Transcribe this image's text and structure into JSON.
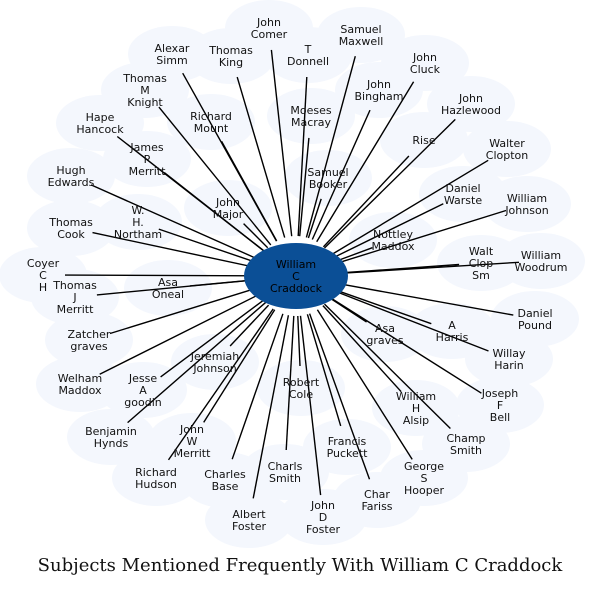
{
  "caption": "Subjects Mentioned Frequently With William C Craddock",
  "colors": {
    "hub": "#0b4f96",
    "node": "#f4f7fd",
    "edge": "#000000"
  },
  "hub": {
    "id": "william-c-craddock",
    "lines": [
      "William",
      "C",
      "Craddock"
    ]
  },
  "nodes": [
    {
      "id": "john-comer",
      "lines": [
        "John",
        "Comer"
      ]
    },
    {
      "id": "samuel-maxwell",
      "lines": [
        "Samuel",
        "Maxwell"
      ]
    },
    {
      "id": "alexander-simm",
      "lines": [
        "Alexar",
        "Simm"
      ]
    },
    {
      "id": "thomas-king",
      "lines": [
        "Thomas",
        "King"
      ]
    },
    {
      "id": "t-donnell",
      "lines": [
        "T",
        "Donnell"
      ]
    },
    {
      "id": "john-cluck",
      "lines": [
        "John",
        "Cluck"
      ]
    },
    {
      "id": "thomas-m-knight",
      "lines": [
        "Thomas",
        "M",
        "Knight"
      ]
    },
    {
      "id": "john-bingham",
      "lines": [
        "John",
        "Bingham"
      ]
    },
    {
      "id": "john-hazlewood",
      "lines": [
        "John",
        "Hazlewood"
      ]
    },
    {
      "id": "hape-hancock",
      "lines": [
        "Hape",
        "Hancock"
      ]
    },
    {
      "id": "richard-mount",
      "lines": [
        "Richard",
        "Mount"
      ]
    },
    {
      "id": "moeses-macray",
      "lines": [
        "Moeses",
        "Macray"
      ]
    },
    {
      "id": "rise",
      "lines": [
        "Rise"
      ]
    },
    {
      "id": "walter-clopton",
      "lines": [
        "Walter",
        "Clopton"
      ]
    },
    {
      "id": "james-p-merritt",
      "lines": [
        "James",
        "P",
        "Merritt"
      ]
    },
    {
      "id": "hugh-edwards",
      "lines": [
        "Hugh",
        "Edwards"
      ]
    },
    {
      "id": "samuel-booker",
      "lines": [
        "Samuel",
        "Booker"
      ]
    },
    {
      "id": "daniel-warsted",
      "lines": [
        "Daniel",
        "Warste"
      ]
    },
    {
      "id": "william-johnson",
      "lines": [
        "William",
        "Johnson"
      ]
    },
    {
      "id": "john-major",
      "lines": [
        "John",
        "Major"
      ]
    },
    {
      "id": "w-h-northam",
      "lines": [
        "W.",
        "H.",
        "Northam"
      ]
    },
    {
      "id": "thomas-cook",
      "lines": [
        "Thomas",
        "Cook"
      ]
    },
    {
      "id": "nottley-maddox",
      "lines": [
        "Nottley",
        "Maddox"
      ]
    },
    {
      "id": "walter-clopton-smith",
      "lines": [
        "Walt",
        "Clop",
        "Sm"
      ]
    },
    {
      "id": "william-woodrum",
      "lines": [
        "William",
        "Woodrum"
      ]
    },
    {
      "id": "coyer",
      "lines": [
        "Coyer",
        "C",
        "H"
      ]
    },
    {
      "id": "asa-oneal",
      "lines": [
        "Asa",
        "Oneal"
      ]
    },
    {
      "id": "thomas-j-merritt",
      "lines": [
        "Thomas",
        "J",
        "Merritt"
      ]
    },
    {
      "id": "daniel-pound",
      "lines": [
        "Daniel",
        "Pound"
      ]
    },
    {
      "id": "a-harris",
      "lines": [
        "A",
        "Harris"
      ]
    },
    {
      "id": "asa-graves",
      "lines": [
        "Asa",
        "graves"
      ]
    },
    {
      "id": "zatcher-graves",
      "lines": [
        "Zatcher",
        "graves"
      ]
    },
    {
      "id": "willay-harin",
      "lines": [
        "Willay",
        "Harin"
      ]
    },
    {
      "id": "jeremiah-johnson",
      "lines": [
        "Jeremiah",
        "Johnson"
      ]
    },
    {
      "id": "welham-maddox",
      "lines": [
        "Welham",
        "Maddox"
      ]
    },
    {
      "id": "jesse-a-goodin",
      "lines": [
        "Jesse",
        "A",
        "goodin"
      ]
    },
    {
      "id": "robert-cole",
      "lines": [
        "Robert",
        "Cole"
      ]
    },
    {
      "id": "joseph-f-bell",
      "lines": [
        "Joseph",
        "F",
        "Bell"
      ]
    },
    {
      "id": "william-h-alsip",
      "lines": [
        "William",
        "H",
        "Alsip"
      ]
    },
    {
      "id": "benjamin-hynds",
      "lines": [
        "Benjamin",
        "Hynds"
      ]
    },
    {
      "id": "john-w-merritt",
      "lines": [
        "John",
        "W",
        "Merritt"
      ]
    },
    {
      "id": "champ-smith",
      "lines": [
        "Champ",
        "Smith"
      ]
    },
    {
      "id": "francis-puckett",
      "lines": [
        "Francis",
        "Puckett"
      ]
    },
    {
      "id": "richard-hudson",
      "lines": [
        "Richard",
        "Hudson"
      ]
    },
    {
      "id": "charles-base",
      "lines": [
        "Charles",
        "Base"
      ]
    },
    {
      "id": "charls-smith",
      "lines": [
        "Charls",
        "Smith"
      ]
    },
    {
      "id": "george-s-hooper",
      "lines": [
        "George",
        "S",
        "Hooper"
      ]
    },
    {
      "id": "charles-fariss",
      "lines": [
        "Char",
        "Fariss"
      ]
    },
    {
      "id": "albert-foster",
      "lines": [
        "Albert",
        "Foster"
      ]
    },
    {
      "id": "john-d-foster",
      "lines": [
        "John",
        "D",
        "Foster"
      ]
    }
  ]
}
